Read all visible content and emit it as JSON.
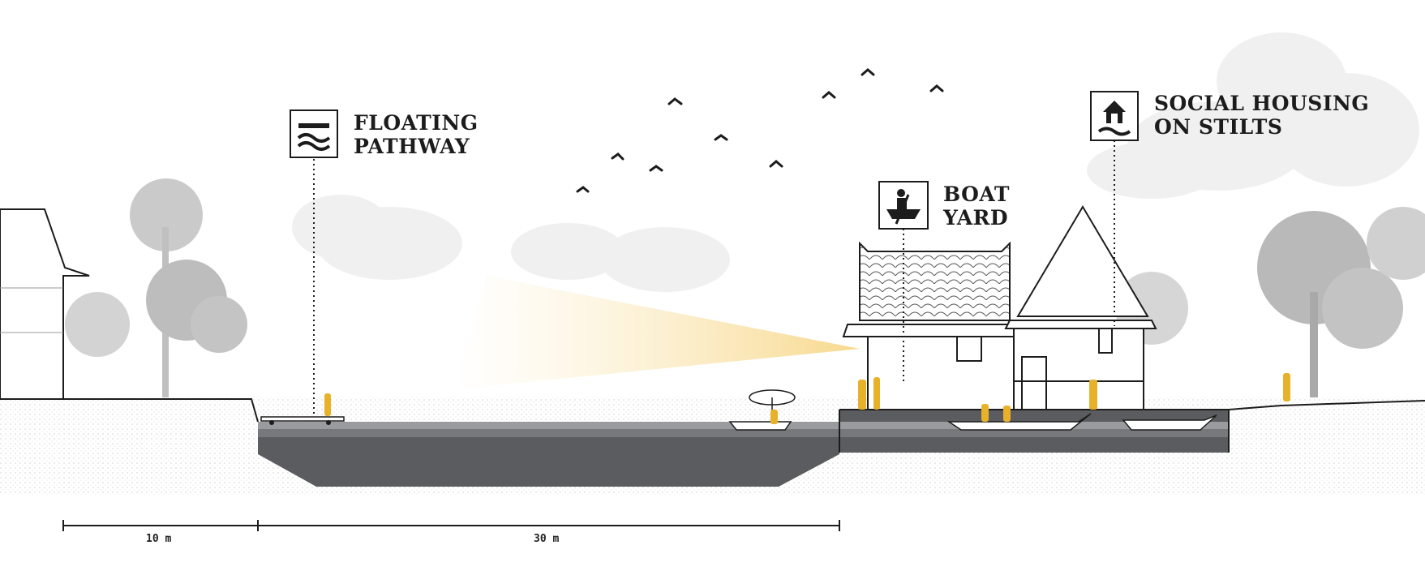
{
  "labels": {
    "floating_pathway": {
      "icon": "wave-icon",
      "lines": [
        "FLOATING",
        "PATHWAY"
      ]
    },
    "boat_yard": {
      "icon": "rower-icon",
      "lines": [
        "BOAT",
        "YARD"
      ]
    },
    "social_housing": {
      "icon": "stilt-house-icon",
      "lines": [
        "SOCIAL HOUSING",
        "ON STILTS"
      ]
    }
  },
  "scale_bar": {
    "left_label": "10 m",
    "right_label": "30 m"
  },
  "colors": {
    "accent": "#e8b12a",
    "canal_dark": "#5b5c5f",
    "canal_mid": "#77787b",
    "tree_grey": "#c6c6c6",
    "ink": "#1c1c1c"
  }
}
